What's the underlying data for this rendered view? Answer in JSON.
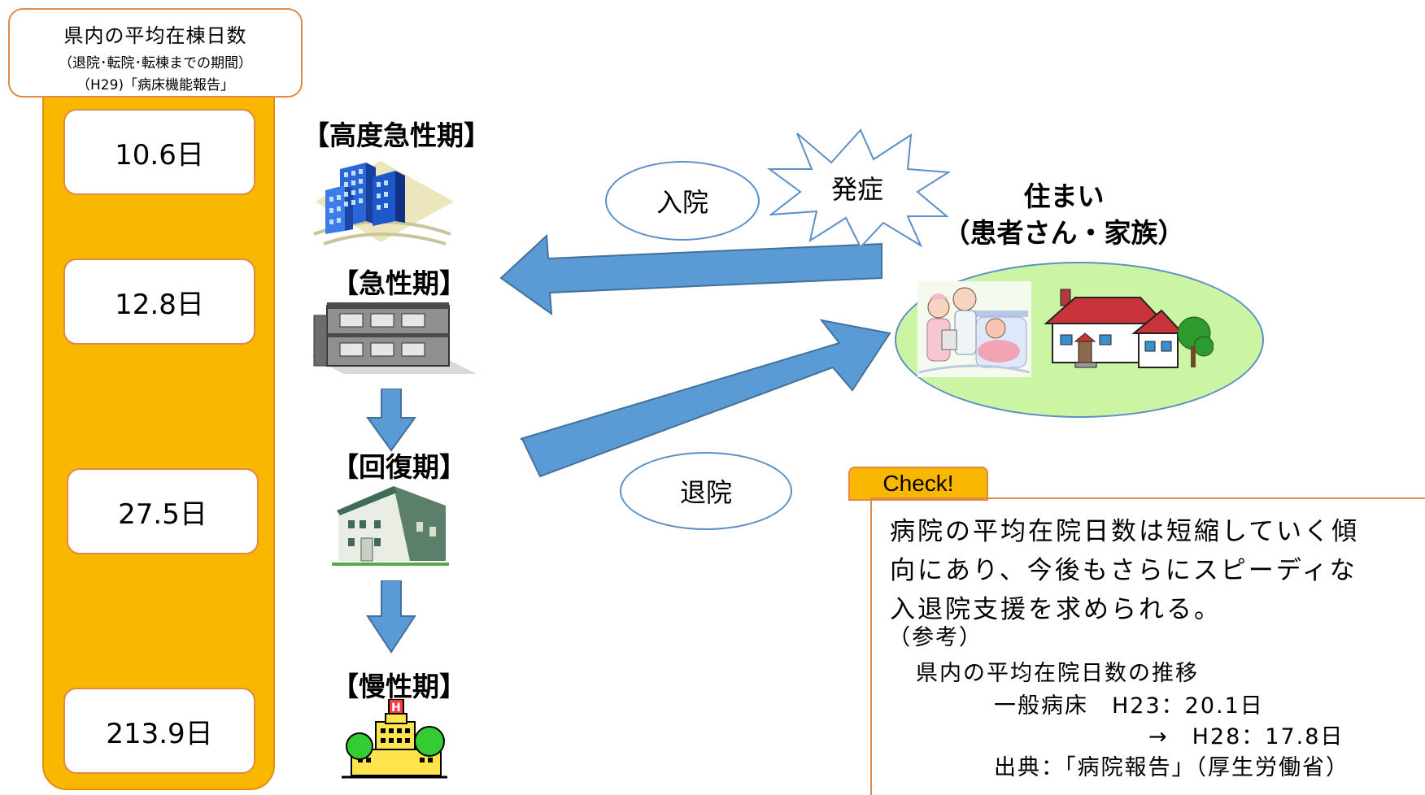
{
  "header": {
    "title": "県内の平均在棟日数",
    "subtitle": "（退院･転院･転棟までの期間）",
    "source": "（H29)「病床機能報告」"
  },
  "days": [
    "10.6日",
    "12.8日",
    "27.5日",
    "213.9日"
  ],
  "stages": [
    "【高度急性期】",
    "【急性期】",
    "【回復期】",
    "【慢性期】"
  ],
  "flow": {
    "admission": "入院",
    "onset": "発症",
    "discharge": "退院"
  },
  "home": {
    "title": "住まい",
    "subtitle": "（患者さん・家族）"
  },
  "check": {
    "tab": "Check!",
    "lines": [
      "病院の平均在院日数は短縮していく傾",
      "向にあり、今後もさらにスピーディな",
      "入退院支援を求められる。"
    ],
    "ref_label": "（参考）",
    "trend_title": "県内の平均在院日数の推移",
    "trend_line1": "一般病床　H23：20.1日",
    "trend_line2": "→　H28：17.8日",
    "source": "出典：「病院報告」（厚生労働省）"
  },
  "colors": {
    "orange": "#f9b700",
    "border": "#e08a45",
    "arrow": "#5b9bd5",
    "oval_border": "#5b8fc8",
    "home_fill": "#ccf5a3"
  }
}
